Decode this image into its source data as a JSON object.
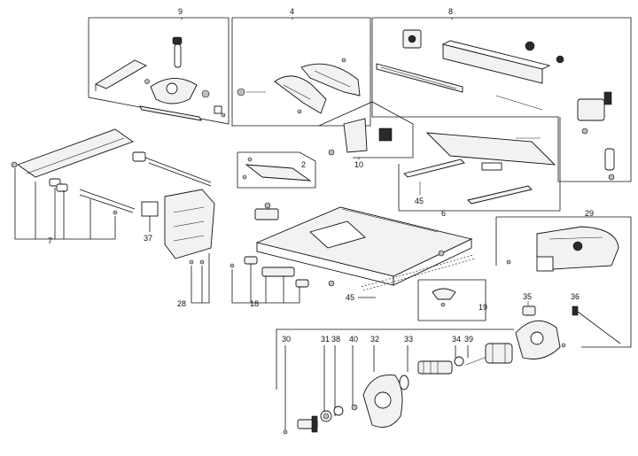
{
  "callouts": {
    "c9": "9",
    "c4": "4",
    "c8": "8",
    "c2": "2",
    "c10": "10",
    "c45a": "45",
    "c6": "6",
    "c7": "7",
    "c37": "37",
    "c29": "29",
    "c28": "28",
    "c18": "18",
    "c45b": "45",
    "c19": "19",
    "c35": "35",
    "c36": "36",
    "c30": "30",
    "c31": "31",
    "c38": "38",
    "c40": "40",
    "c32": "32",
    "c33": "33",
    "c34": "34",
    "c39": "39"
  }
}
